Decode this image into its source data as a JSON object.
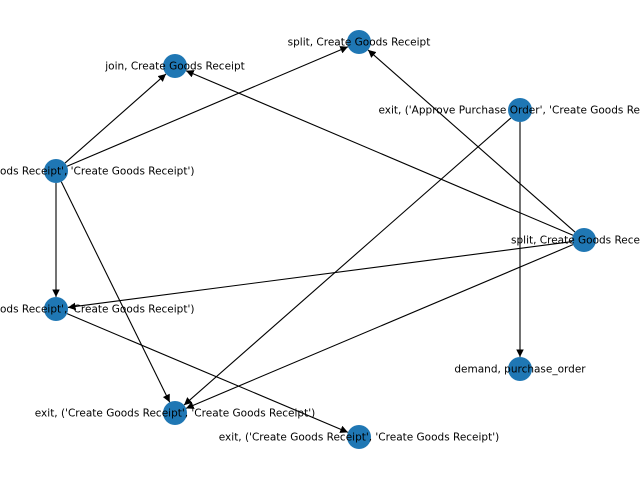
{
  "graph": {
    "node_color": "#1f77b4",
    "edge_color": "#000000",
    "nodes": [
      {
        "id": "split1",
        "label": "split, Create Goods Receipt"
      },
      {
        "id": "join",
        "label": "join, Create Goods Receipt"
      },
      {
        "id": "exitApprove",
        "label": "exit, ('Approve Purchase Order', 'Create Goods Re"
      },
      {
        "id": "leftTop",
        "label": "ods Receipt', 'Create Goods Receipt')"
      },
      {
        "id": "split2",
        "label": "split, Create Goods Rece"
      },
      {
        "id": "leftMid",
        "label": "ods Receipt', 'Create Goods Receipt')"
      },
      {
        "id": "demand",
        "label": "demand, purchase_order"
      },
      {
        "id": "exitA",
        "label": "exit, ('Create Goods Receipt', 'Create Goods Receipt')"
      },
      {
        "id": "exitB",
        "label": "exit, ('Create Goods Receipt', 'Create Goods Receipt')"
      }
    ],
    "edges": [
      {
        "from": "leftTop",
        "to": "join"
      },
      {
        "from": "leftTop",
        "to": "split1"
      },
      {
        "from": "leftTop",
        "to": "leftMid"
      },
      {
        "from": "leftTop",
        "to": "exitA"
      },
      {
        "from": "exitApprove",
        "to": "exitA"
      },
      {
        "from": "exitApprove",
        "to": "demand"
      },
      {
        "from": "split2",
        "to": "join"
      },
      {
        "from": "split2",
        "to": "split1"
      },
      {
        "from": "split2",
        "to": "leftMid"
      },
      {
        "from": "split2",
        "to": "exitA"
      },
      {
        "from": "leftMid",
        "to": "exitB"
      }
    ]
  }
}
